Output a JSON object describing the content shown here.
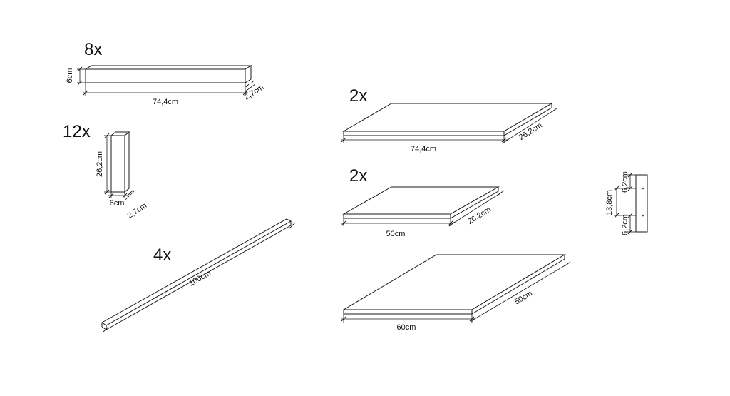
{
  "parts": {
    "rail": {
      "quantity": "8x",
      "height": "6cm",
      "length": "74,4cm",
      "depth": "2,7cm"
    },
    "post": {
      "quantity": "12x",
      "height": "26,2cm",
      "width": "6cm",
      "depth": "2,7cm"
    },
    "rod": {
      "quantity": "4x",
      "length": "100cm"
    },
    "shelf_large": {
      "quantity": "2x",
      "length": "74,4cm",
      "depth": "26,2cm"
    },
    "shelf_small": {
      "quantity": "2x",
      "length": "50cm",
      "depth": "26,2cm"
    },
    "top_panel": {
      "length": "60cm",
      "depth": "50cm"
    },
    "hole_detail": {
      "total": "13,8cm",
      "upper": "6,2cm",
      "lower": "6,2cm"
    }
  }
}
